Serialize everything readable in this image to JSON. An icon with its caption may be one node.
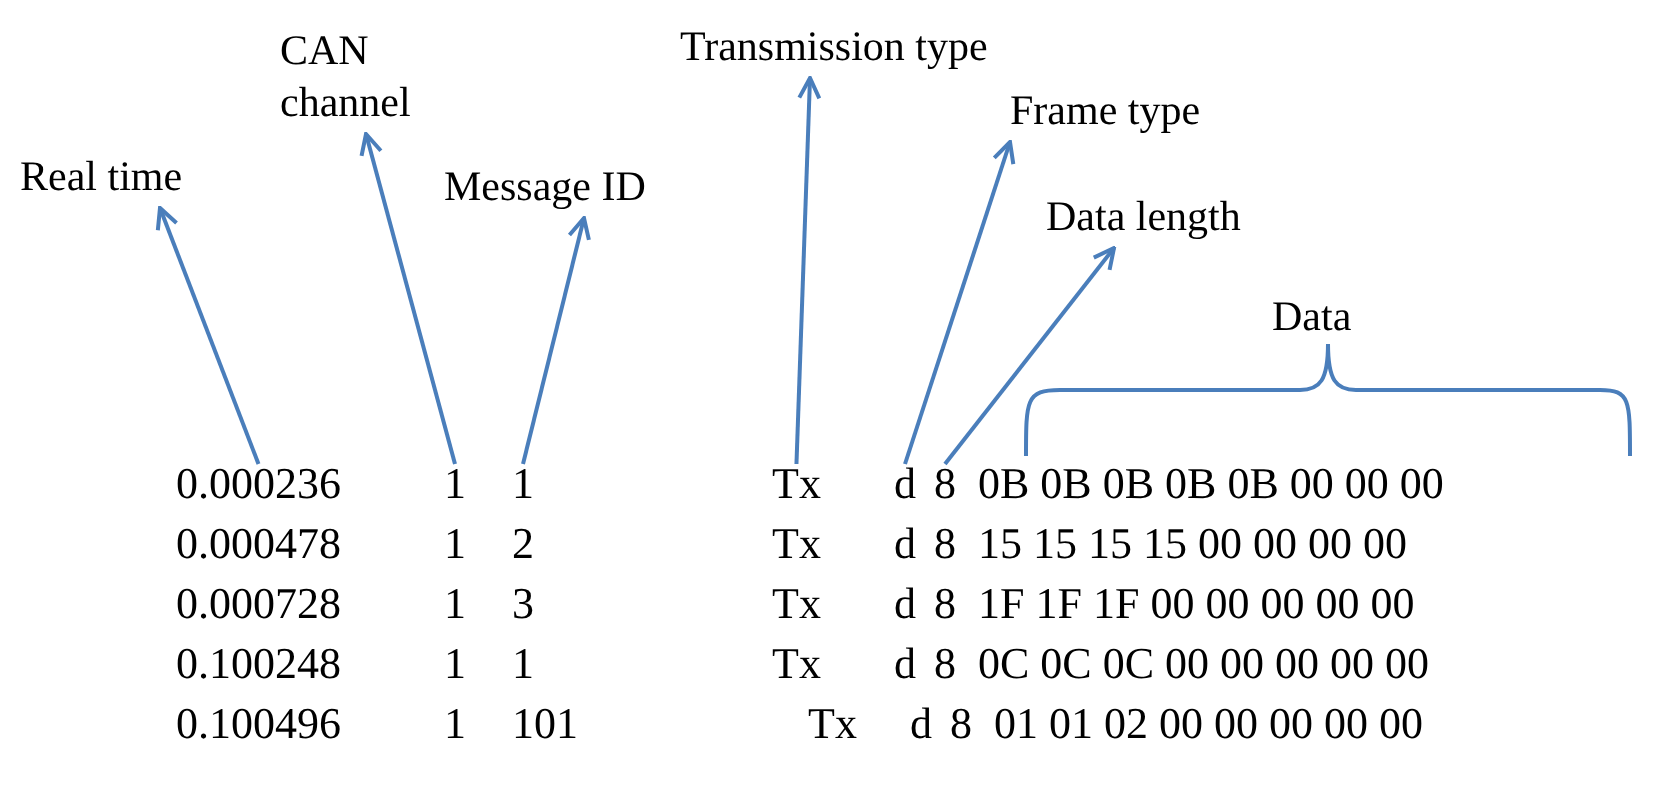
{
  "diagram": {
    "nodes": [
      {
        "text": [
          "Real time"
        ]
      },
      {
        "text": [
          "CAN channel"
        ]
      },
      {
        "text": [
          "Message ID"
        ]
      },
      {
        "text": [
          "Transmission type"
        ]
      },
      {
        "text": [
          "Frame type"
        ]
      },
      {
        "text": [
          "Data length"
        ]
      },
      {
        "text": [
          "Data"
        ]
      },
      {
        "text": [
          "0.000236"
        ]
      },
      {
        "text": [
          "1"
        ]
      },
      {
        "text": [
          "1"
        ]
      },
      {
        "text": [
          "Tx"
        ]
      },
      {
        "text": [
          "d"
        ]
      },
      {
        "text": [
          "8"
        ]
      }
    ],
    "edges": [
      {
        "from": 7,
        "to": 0,
        "arrow": "to"
      },
      {
        "from": 8,
        "to": 1,
        "arrow": "to"
      },
      {
        "from": 9,
        "to": 2,
        "arrow": "to"
      },
      {
        "from": 10,
        "to": 3,
        "arrow": "to"
      },
      {
        "from": 11,
        "to": 4,
        "arrow": "to"
      },
      {
        "from": 12,
        "to": 5,
        "arrow": "to"
      }
    ],
    "labels": [
      "0B 0B 0B 0B 0B 00 00 00",
      "0.000478",
      "1",
      "2",
      "Tx",
      "d",
      "8",
      "15 15 15 15 00 00 00 00",
      "0.000728",
      "1",
      "3",
      "Tx",
      "d",
      "8",
      "1F 1F 1F 00 00 00 00 00",
      "0.100248",
      "1",
      "1",
      "Tx",
      "d",
      "8",
      "0C 0C 0C 00 00 00 00 00",
      "0.100496",
      "1",
      "101",
      "Tx",
      "d",
      "8",
      "01 01 02 00 00 00 00 00"
    ]
  }
}
